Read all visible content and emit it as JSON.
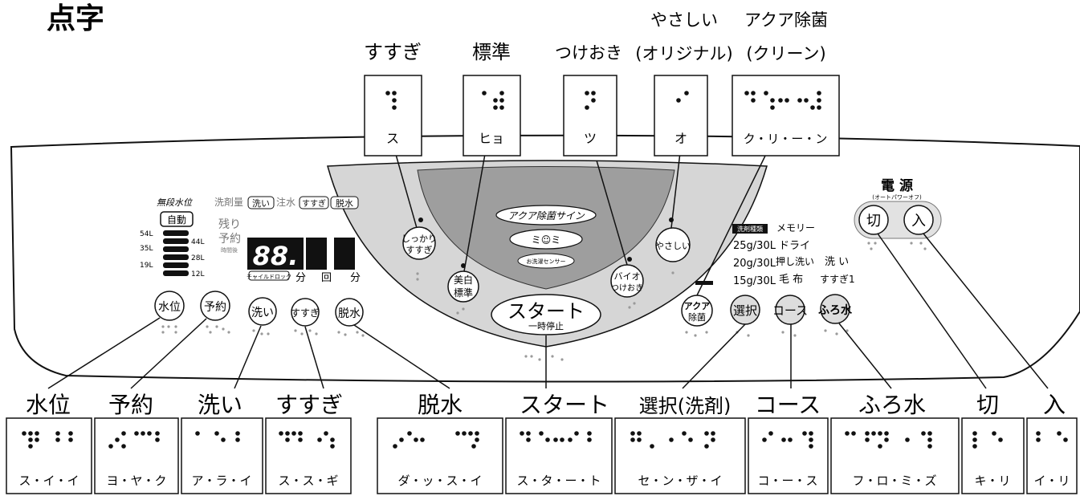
{
  "title": "点字",
  "panel": {
    "water_level_caption": "無段水位",
    "auto_label": "自動",
    "level_marks": [
      "54L",
      "44L",
      "35L",
      "28L",
      "19L",
      "12L"
    ],
    "status_labels": [
      "洗剤量",
      "洗い",
      "注水",
      "すすぎ",
      "脱水"
    ],
    "side_labels": [
      "残り",
      "予約",
      "時間後"
    ],
    "display_digits": "88.",
    "child_lock": "チャイルドロック",
    "time_units": [
      "分",
      "回",
      "分"
    ],
    "left_buttons": [
      "水位",
      "予約",
      "洗い",
      "すすぎ",
      "脱水"
    ],
    "shikkari_button": [
      "しっかり",
      "すすぎ"
    ],
    "bihaku_button": [
      "美白",
      "標準"
    ],
    "bio_button": [
      "バイオ",
      "つけおき"
    ],
    "yasashii_button": "やさしい",
    "aqua_sign": "アクア除菌サイン",
    "sensor_label": "お洗濯センサー",
    "start_button": [
      "スタート",
      "一時停止"
    ],
    "aqua_button": [
      "アクア",
      "除菌"
    ],
    "select_button": "選択",
    "course_button": "コース",
    "furo_button": "ふろ水",
    "detergent_table": [
      "洗剤種類",
      "25g/30L",
      "20g/30L",
      "15g/30L"
    ],
    "course_table": [
      "メモリー",
      "ドライ",
      "押し洗い",
      "毛 布"
    ],
    "furo_table": [
      "洗 い",
      "すすぎ1"
    ],
    "power_title": "電 源",
    "power_note": "(オートパワーオフ)",
    "off_button": "切",
    "on_button": "入"
  },
  "top_braille": [
    {
      "title": [
        "すすぎ"
      ],
      "reading": "ス"
    },
    {
      "title": [
        "標準"
      ],
      "reading": "ヒョ"
    },
    {
      "title": [
        "つけおき"
      ],
      "reading": "ツ"
    },
    {
      "title": [
        "やさしい",
        "(オリジナル)"
      ],
      "reading": "オ"
    },
    {
      "title": [
        "アクア除菌",
        "(クリーン)"
      ],
      "reading": "ク・リ・ー・ン"
    }
  ],
  "bottom_braille": [
    {
      "title": "水位",
      "reading": "ス・イ・イ"
    },
    {
      "title": "予約",
      "reading": "ヨ・ヤ・ク"
    },
    {
      "title": "洗い",
      "reading": "ア・ラ・イ"
    },
    {
      "title": "すすぎ",
      "reading": "ス・ス・ギ"
    },
    {
      "title": "脱水",
      "reading": "ダ・ッ・ス・イ"
    },
    {
      "title": "スタート",
      "reading": "ス・タ・ー・ト"
    },
    {
      "title": "選択(洗剤)",
      "reading": "セ・ン・ザ・イ"
    },
    {
      "title": "コース",
      "reading": "コ・ー・ス"
    },
    {
      "title": "ふろ水",
      "reading": "フ・ロ・ミ・ズ"
    },
    {
      "title": "切",
      "reading": "キ・リ"
    },
    {
      "title": "入",
      "reading": "イ・リ"
    }
  ]
}
